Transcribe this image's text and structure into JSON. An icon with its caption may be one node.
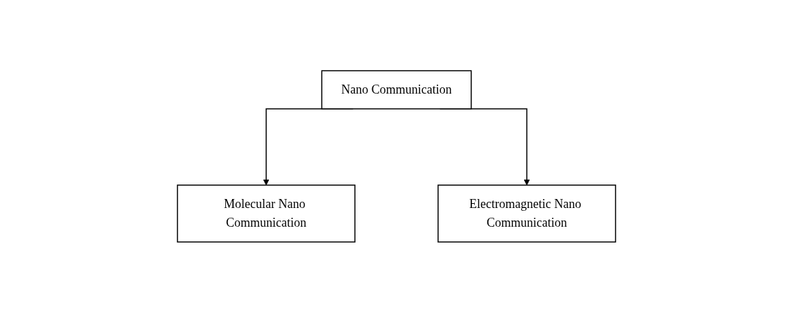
{
  "diagram": {
    "nodes": [
      {
        "text": [
          "Nano Communication"
        ]
      },
      {
        "text": [
          "Molecular Nano Communication"
        ]
      },
      {
        "text": [
          "Electromagnetic Nano Communication"
        ]
      }
    ],
    "edges": [
      {
        "from": 0,
        "to": 1,
        "arrow": "to"
      },
      {
        "from": 0,
        "to": 2,
        "arrow": "to"
      }
    ]
  }
}
